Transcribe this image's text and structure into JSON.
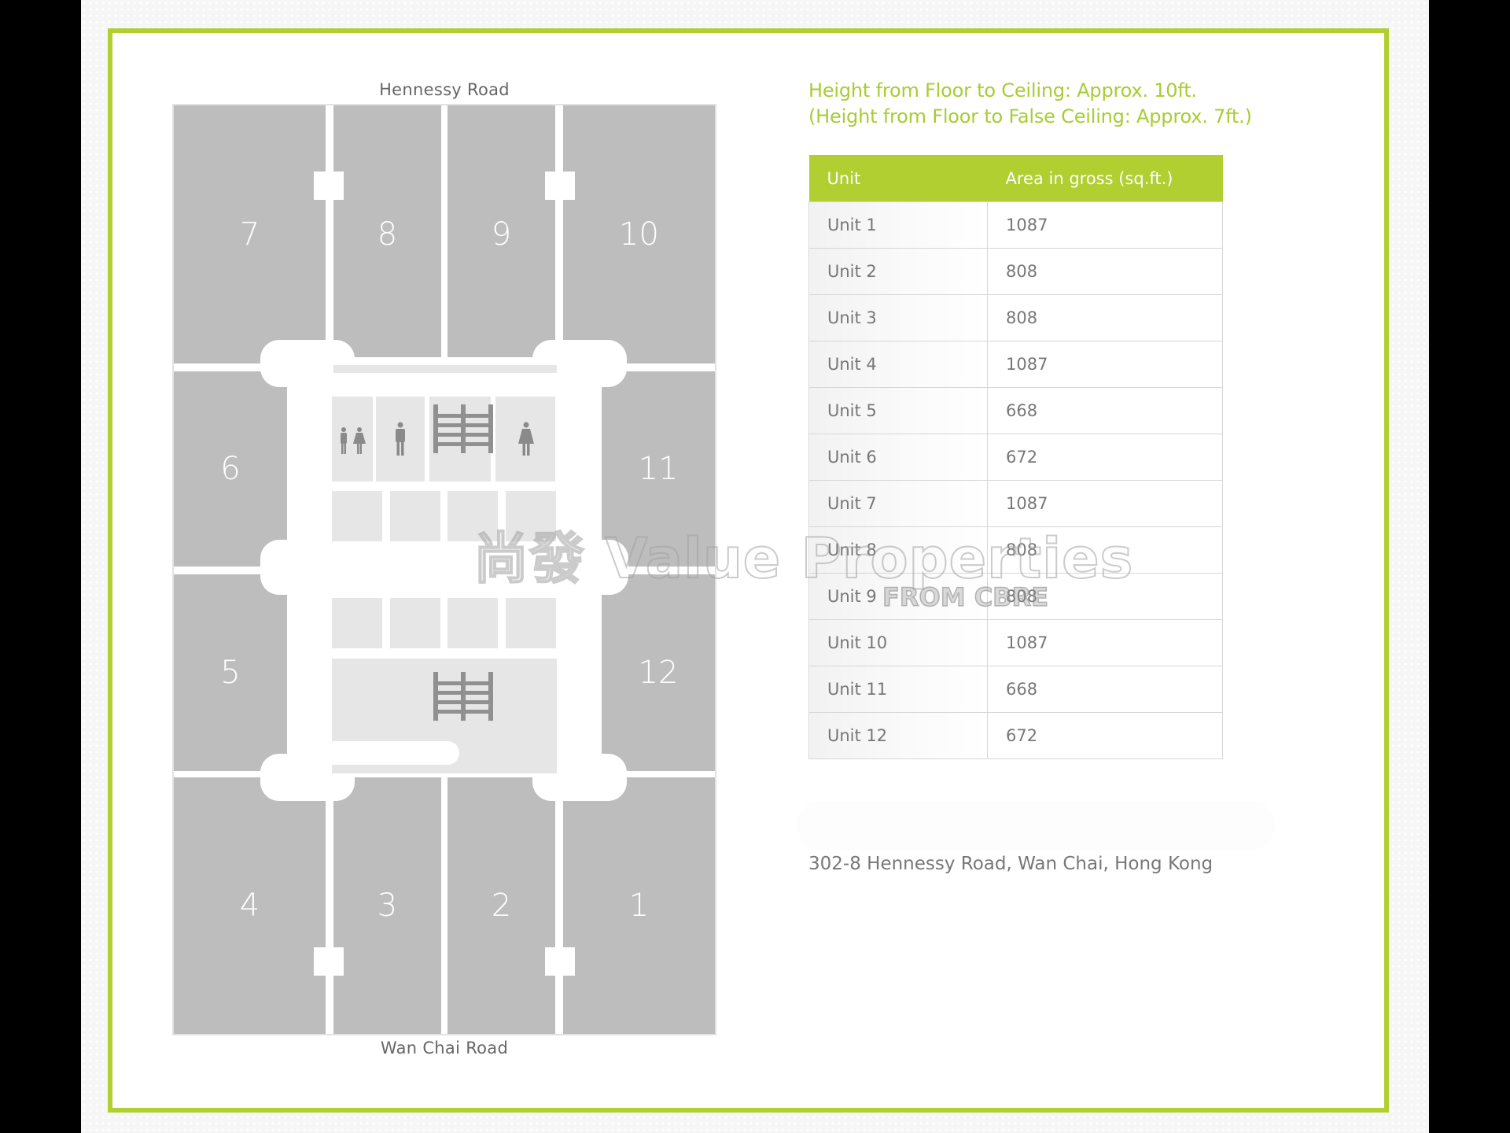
{
  "floor_plan": {
    "top_road": "Hennessy Road",
    "bottom_road": "Wan Chai Road",
    "unit_labels": {
      "u1": "1",
      "u2": "2",
      "u3": "3",
      "u4": "4",
      "u5": "5",
      "u6": "6",
      "u7": "7",
      "u8": "8",
      "u9": "9",
      "u10": "10",
      "u11": "11",
      "u12": "12"
    },
    "icons": [
      "unisex-toilet-icon",
      "male-toilet-icon",
      "staircase-icon",
      "female-toilet-icon",
      "staircase-icon"
    ]
  },
  "info": {
    "ceiling_height": "Height from Floor to Ceiling: Approx. 10ft.",
    "false_ceiling_height": "(Height from Floor to False Ceiling: Approx. 7ft.)"
  },
  "table": {
    "headers": {
      "unit": "Unit",
      "area": "Area in gross (sq.ft.)"
    },
    "rows": [
      {
        "unit": "Unit 1",
        "area": "1087"
      },
      {
        "unit": "Unit 2",
        "area": "808"
      },
      {
        "unit": "Unit 3",
        "area": "808"
      },
      {
        "unit": "Unit 4",
        "area": "1087"
      },
      {
        "unit": "Unit 5",
        "area": "668"
      },
      {
        "unit": "Unit 6",
        "area": "672"
      },
      {
        "unit": "Unit 7",
        "area": "1087"
      },
      {
        "unit": "Unit 8",
        "area": "808"
      },
      {
        "unit": "Unit 9",
        "area": "808"
      },
      {
        "unit": "Unit 10",
        "area": "1087"
      },
      {
        "unit": "Unit 11",
        "area": "668"
      },
      {
        "unit": "Unit 12",
        "area": "672"
      }
    ]
  },
  "address": "302-8 Hennessy Road, Wan Chai, Hong Kong",
  "watermark": {
    "main": "尚發 Value Properties",
    "sub": "FROM CBRE"
  },
  "colors": {
    "accent_green": "#b1cf31",
    "heading_green": "#a8cc34",
    "unit_gray": "#bdbdbd",
    "core_gray": "#e6e6e6",
    "icon_gray": "#8a8a8a"
  }
}
